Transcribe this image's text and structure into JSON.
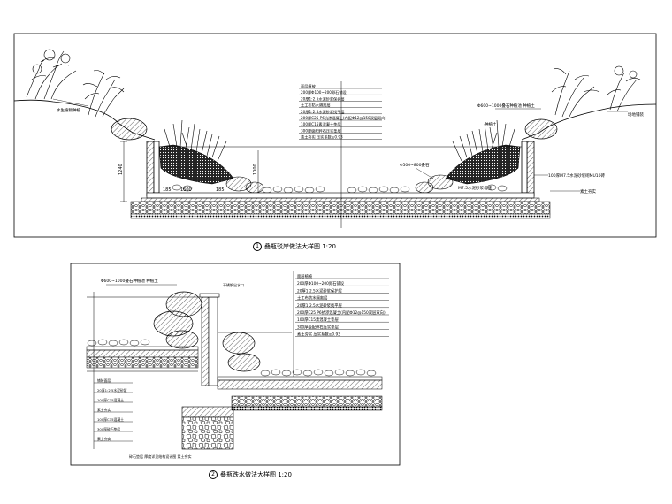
{
  "section_1": {
    "number": "1",
    "caption": "叠瓶驳岸做法大样图 1:20",
    "dims": {
      "left_height": "1240",
      "center_height": "1000",
      "left_width": "1600",
      "left_small": "185",
      "right_small": "185"
    },
    "notes_center": [
      "面层植被",
      "200厚Φ100~200卵石铺设",
      "20厚1:2.5水泥砂浆保护层",
      "土工布防水隔离层",
      "20厚1:2.5水泥砂浆找平层",
      "200厚C25 P6抗渗混凝土(内配Φ12@150双层双向)",
      "100厚C15素混凝土垫层",
      "300厚级配碎石压实垫层",
      "素土夯实 压实系数≥0.93"
    ],
    "left_label": "水生植物种植",
    "right_top_label": "Φ600~1000叠石种植池 种植土",
    "right_edge_label": "场地铺装",
    "right_mid_label": "种植土",
    "right_stone_label": "Φ500~800叠石",
    "right_wall_label": "100厚M7.5水泥砂浆砌MU10砖",
    "right_bottom_label": "素土夯实",
    "right_inner_label": "M7.5水泥砂浆勾缝"
  },
  "section_2": {
    "number": "2",
    "caption": "叠瓶跌水做法大样图 1:20",
    "top_label": "Φ600~1000叠石种植池 种植土",
    "top_right_label": "不锈钢出水口",
    "notes": [
      "面层植被",
      "200厚Φ100~200卵石铺设",
      "20厚1:2.5水泥砂浆保护层",
      "土工布防水隔离层",
      "20厚1:2.5水泥砂浆找平层",
      "200厚C25 P6抗渗混凝土(内配Φ12@150双层双向)",
      "100厚C15素混凝土垫层",
      "300厚级配碎石压实垫层",
      "素土夯实 压实系数≥0.93"
    ],
    "left_labels": [
      "铺装面层",
      "20厚1:2.5水泥砂浆",
      "100厚C15混凝土",
      "素土夯实",
      "100厚C15混凝土",
      "300厚碎石垫层",
      "素土夯实"
    ],
    "bottom_note": "碎石垫层 厚度详见结构设计图 素土夯实"
  }
}
